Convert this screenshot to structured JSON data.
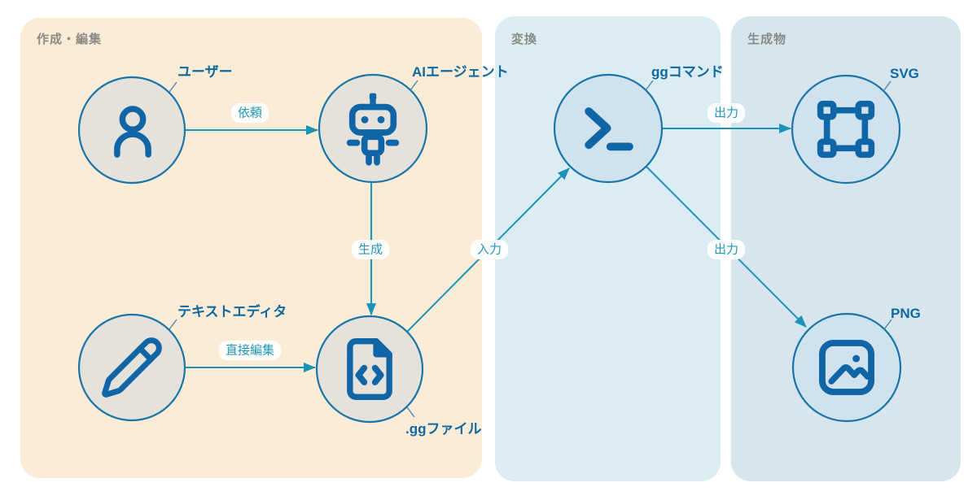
{
  "diagram": {
    "description": "gg workflow diagram"
  },
  "palette": {
    "canvas_bg": "#ffffff",
    "section_create_bg": "#faecd7",
    "section_convert_bg": "#dbedf2",
    "section_output_bg": "#d7e5ee",
    "node_fill_create": "#e4e2da",
    "node_fill_blue": "#cfe2ee",
    "node_border": "#1a75a8",
    "icon_blue": "#1065a6",
    "arrow_teal": "#1b93b7",
    "node_label_color": "#0e68a0",
    "edge_label_color": "#1e97b8",
    "section_title_color": "#8b8b85"
  },
  "sections": [
    {
      "id": "create-edit",
      "title": "作成・編集"
    },
    {
      "id": "convert",
      "title": "変換"
    },
    {
      "id": "output",
      "title": "生成物"
    }
  ],
  "nodes": [
    {
      "id": "user",
      "label": "ユーザー",
      "icon": "person-icon"
    },
    {
      "id": "ai-agent",
      "label": "AIエージェント",
      "icon": "robot-icon"
    },
    {
      "id": "text-editor",
      "label": "テキストエディタ",
      "icon": "pencil-icon"
    },
    {
      "id": "gg-file",
      "label": ".ggファイル",
      "icon": "code-file-icon"
    },
    {
      "id": "gg-command",
      "label": "ggコマンド",
      "icon": "terminal-icon"
    },
    {
      "id": "svg-output",
      "label": "SVG",
      "icon": "vector-square-icon"
    },
    {
      "id": "png-output",
      "label": "PNG",
      "icon": "image-icon"
    }
  ],
  "edges": [
    {
      "from": "user",
      "to": "ai-agent",
      "label": "依頼"
    },
    {
      "from": "ai-agent",
      "to": "gg-file",
      "label": "生成"
    },
    {
      "from": "text-editor",
      "to": "gg-file",
      "label": "直接編集"
    },
    {
      "from": "gg-file",
      "to": "gg-command",
      "label": "入力"
    },
    {
      "from": "gg-command",
      "to": "svg-output",
      "label": "出力"
    },
    {
      "from": "gg-command",
      "to": "png-output",
      "label": "出力"
    }
  ]
}
